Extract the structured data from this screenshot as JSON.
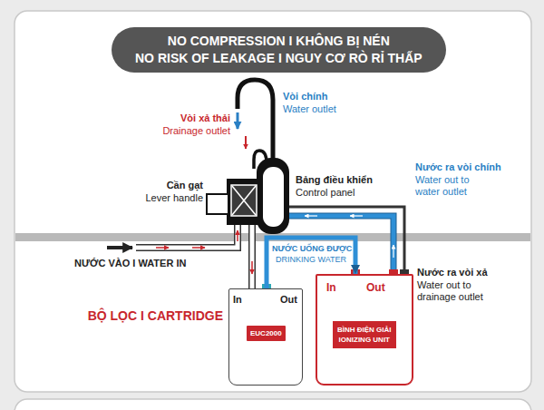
{
  "diagram": {
    "nodes": [
      {
        "text": [
          "NO COMPRESSION I KHÔNG BỊ NÉN",
          "NO RISK OF LEAKAGE I NGUY CƠ RÒ RỈ THẤP"
        ]
      },
      {
        "text": [
          "In",
          "Out"
        ]
      },
      {
        "text": [
          "EUC2000"
        ],
        "in": 1
      },
      {
        "text": [
          "In",
          "Out"
        ]
      },
      {
        "text": [
          "BÌNH ĐIỆN GIẢI",
          "IONIZING UNIT"
        ],
        "in": 3
      }
    ],
    "edges": [
      {
        "from": 1,
        "to": 3,
        "arrow": "to"
      }
    ],
    "labels": [
      "Vòi chính",
      "Water outlet",
      "Vòi xả thải",
      "Drainage outlet",
      "Cần gạt",
      "Lever handle",
      "Bảng điều khiển",
      "Control panel",
      "Nước ra vòi chính",
      "Water out to water outlet",
      "NƯỚC VÀO I WATER IN",
      "NƯỚC UỐNG ĐƯỢC",
      "DRINKING WATER",
      "BỘ LỌC I CARTRIDGE",
      "Nước ra vòi xả",
      "Water out to drainage outlet"
    ]
  }
}
